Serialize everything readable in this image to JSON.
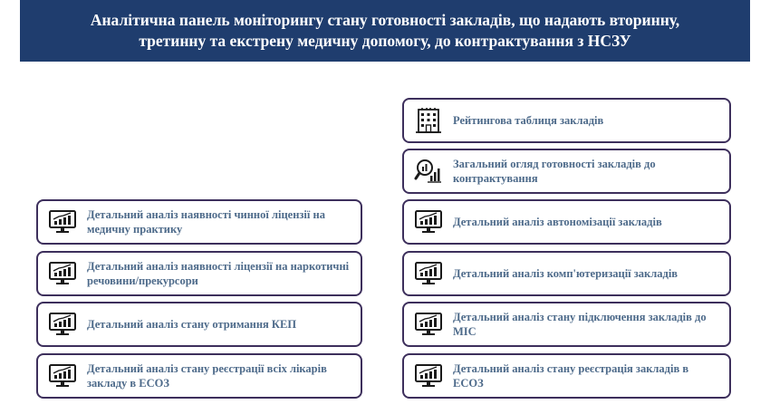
{
  "header": {
    "title_line1": "Аналітична панель моніторингу стану готовності закладів, що надають вторинну,",
    "title_line2": "третинну та екстрену медичну допомогу, до контрактування з НСЗУ"
  },
  "left_cards": [
    {
      "label": "Детальний аналіз наявності чинної ліцензії на медичну практику",
      "icon": "chart-monitor-icon"
    },
    {
      "label": "Детальний аналіз наявності ліцензії на наркотичні речовини/прекурсори",
      "icon": "chart-monitor-icon"
    },
    {
      "label": "Детальний аналіз стану отримання КЕП",
      "icon": "chart-monitor-icon"
    },
    {
      "label": "Детальний аналіз стану реєстрації всіх лікарів закладу в ЕСОЗ",
      "icon": "chart-monitor-icon"
    }
  ],
  "right_cards": [
    {
      "label": "Рейтингова таблиця закладів",
      "icon": "building-icon"
    },
    {
      "label": "Загальний огляд готовності закладів до контрактування",
      "icon": "magnifier-chart-icon"
    },
    {
      "label": "Детальний аналіз автономізації закладів",
      "icon": "chart-monitor-icon"
    },
    {
      "label": "Детальний аналіз комп'ютеризації закладів",
      "icon": "chart-monitor-icon"
    },
    {
      "label": "Детальний аналіз стану підключення закладів до МІС",
      "icon": "chart-monitor-icon"
    },
    {
      "label": "Детальний аналіз стану реєстрація закладів в ЕСОЗ",
      "icon": "chart-monitor-icon"
    }
  ],
  "colors": {
    "header_bg": "#1f3d6e",
    "card_border": "#3d2f5c",
    "label_text": "#4d6a8a",
    "icon": "#1a1a1a"
  }
}
